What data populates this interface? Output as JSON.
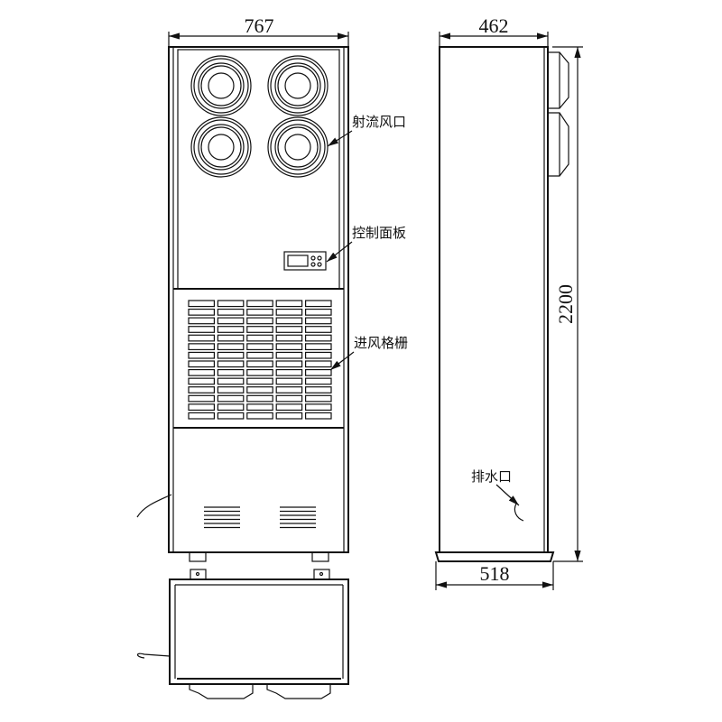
{
  "dimensions": {
    "front_width": "767",
    "side_depth": "462",
    "height": "2200",
    "base_depth": "518"
  },
  "labels": {
    "jet_outlet": "射流风口",
    "control_panel": "控制面板",
    "intake_grille": "进风格栅",
    "drain_outlet": "排水口"
  },
  "grille": {
    "columns": 5,
    "rows": 14
  },
  "colors": {
    "line": "#111111",
    "background": "#ffffff"
  }
}
